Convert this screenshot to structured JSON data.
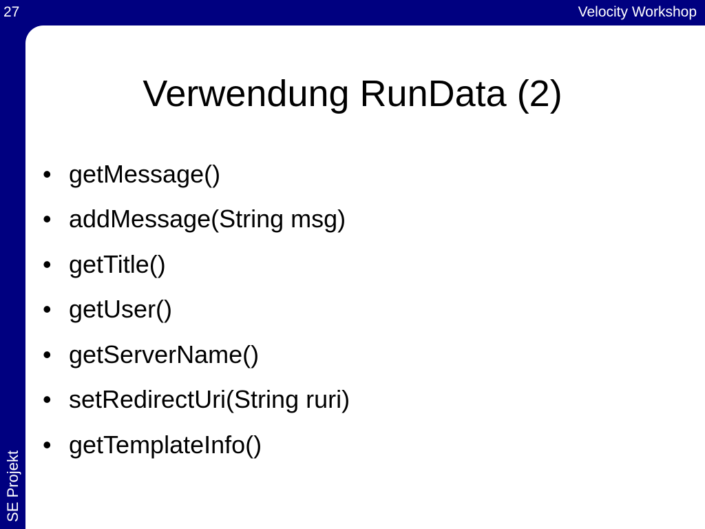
{
  "header": {
    "slide_number": "27",
    "title": "Velocity Workshop"
  },
  "sidebar": {
    "label": "SE Projekt"
  },
  "slide": {
    "title": "Verwendung RunData (2)",
    "bullets": [
      "getMessage()",
      "addMessage(String msg)",
      "getTitle()",
      "getUser()",
      "getServerName()",
      "setRedirectUri(String ruri)",
      "getTemplateInfo()"
    ]
  },
  "colors": {
    "frame": "#000080",
    "background": "#ffffff",
    "text": "#000000"
  }
}
